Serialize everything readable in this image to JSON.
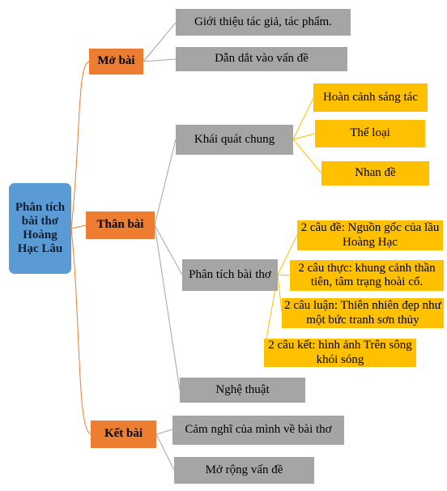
{
  "root": {
    "label": "Phân tích bài thơ Hoàng Hạc Lâu"
  },
  "sections": {
    "mo_bai": {
      "label": "Mở bài",
      "items": [
        "Giới thiệu tác giả, tác phẩm.",
        "Dẫn dắt vào vấn đề"
      ]
    },
    "than_bai": {
      "label": "Thân bài",
      "khai_quat": {
        "label": "Khái quát chung",
        "items": [
          "Hoàn cảnh sáng tác",
          "Thể loại",
          "Nhan đề"
        ]
      },
      "phan_tich": {
        "label": "Phân tích bài thơ",
        "items": [
          "2 câu đề: Nguồn gốc của lầu Hoàng Hạc",
          "2 câu thực: khung cảnh thần tiên, tâm trạng hoài cổ.",
          "2 câu luận: Thiên nhiên đẹp như một bức tranh sơn thủy",
          "2 câu kết: hình ảnh Trên sông khói sóng"
        ]
      },
      "nghe_thuat": {
        "label": "Nghệ thuật"
      }
    },
    "ket_bai": {
      "label": "Kết bài",
      "items": [
        "Cảm nghĩ của mình về bài thơ",
        "Mở rộng vấn đề"
      ]
    }
  },
  "colors": {
    "root": "#5b9bd5",
    "section": "#ed7d31",
    "gray_box": "#a5a5a5",
    "yellow_box": "#ffc000",
    "connector_orange": "#ed7d31",
    "connector_gray": "#a5a5a5",
    "connector_yellow": "#ffc000"
  }
}
